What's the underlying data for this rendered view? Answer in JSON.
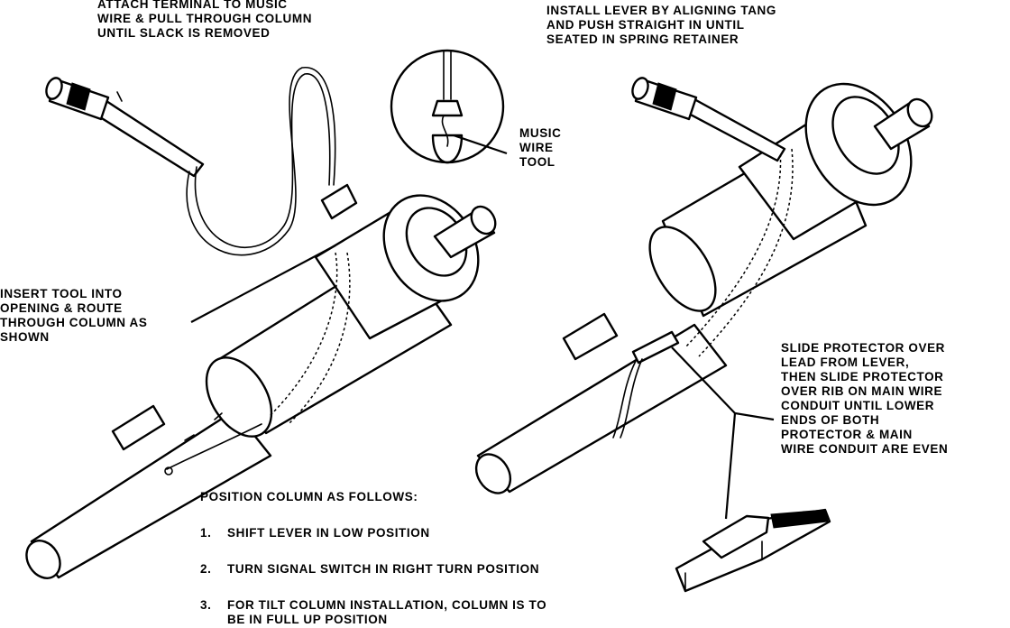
{
  "callouts": {
    "attach_terminal": [
      "ATTACH TERMINAL TO MUSIC",
      "WIRE & PULL THROUGH COLUMN",
      "UNTIL SLACK IS REMOVED"
    ],
    "install_lever": [
      "INSTALL LEVER BY ALIGNING TANG",
      "AND PUSH STRAIGHT IN UNTIL",
      "SEATED IN SPRING RETAINER"
    ],
    "music_wire_tool": [
      "MUSIC",
      "WIRE",
      "TOOL"
    ],
    "insert_tool": [
      "INSERT TOOL INTO",
      "OPENING & ROUTE",
      "THROUGH COLUMN AS",
      "SHOWN"
    ],
    "slide_protector": [
      "SLIDE PROTECTOR OVER",
      "LEAD FROM LEVER,",
      "THEN SLIDE PROTECTOR",
      "OVER RIB ON MAIN WIRE",
      "CONDUIT UNTIL LOWER",
      "ENDS OF BOTH",
      "PROTECTOR & MAIN",
      "WIRE CONDUIT ARE EVEN"
    ]
  },
  "position_instructions": {
    "heading": "POSITION COLUMN AS FOLLOWS:",
    "steps": [
      {
        "num": "1.",
        "text": [
          "SHIFT LEVER IN LOW POSITION"
        ]
      },
      {
        "num": "2.",
        "text": [
          "TURN SIGNAL SWITCH IN RIGHT TURN POSITION"
        ]
      },
      {
        "num": "3.",
        "text": [
          "FOR TILT COLUMN INSTALLATION, COLUMN IS TO",
          "BE IN FULL UP POSITION"
        ]
      }
    ]
  }
}
